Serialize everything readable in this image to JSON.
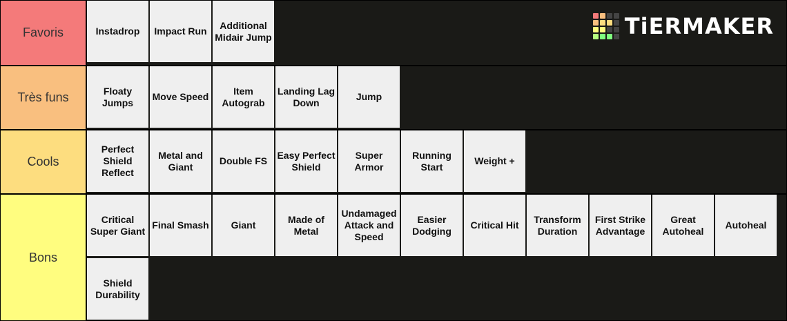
{
  "logo": {
    "text": "TiERMAKER"
  },
  "tiers": [
    {
      "label": "Favoris",
      "color": "#f47a7a",
      "items": [
        "Instadrop",
        "Impact Run",
        "Additional Midair Jump"
      ]
    },
    {
      "label": "Très funs",
      "color": "#f9bf7f",
      "items": [
        "Floaty Jumps",
        "Move Speed",
        "Item Autograb",
        "Landing Lag Down",
        "Jump"
      ]
    },
    {
      "label": "Cools",
      "color": "#fddd7f",
      "items": [
        "Perfect Shield Reflect",
        "Metal and Giant",
        "Double FS",
        "Easy Perfect Shield",
        "Super Armor",
        "Running Start",
        "Weight +"
      ]
    },
    {
      "label": "Bons",
      "color": "#fffd7f",
      "items": [
        "Critical Super Giant",
        "Final Smash",
        "Giant",
        "Made of Metal",
        "Undamaged Attack and Speed",
        "Easier Dodging",
        "Critical Hit",
        "Transform Duration",
        "First Strike Advantage",
        "Great Autoheal",
        "Autoheal",
        "Shield Durability"
      ]
    }
  ]
}
